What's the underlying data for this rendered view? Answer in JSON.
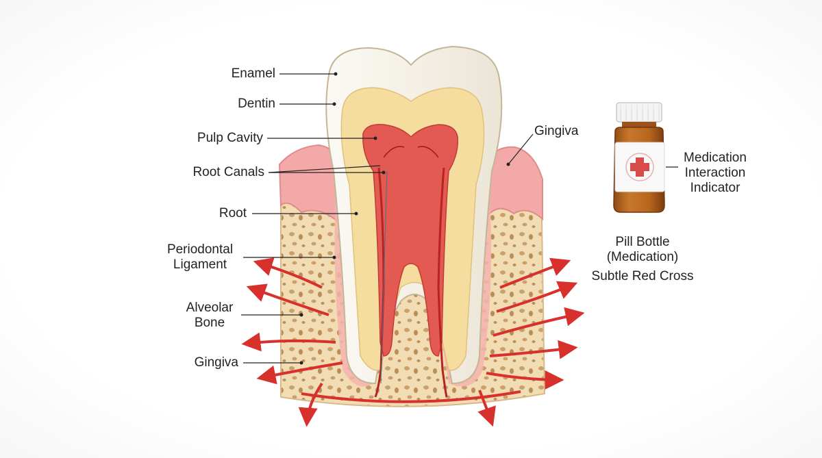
{
  "labels": {
    "enamel": "Enamel",
    "dentin": "Dentin",
    "pulp_cavity": "Pulp Cavity",
    "root_canals": "Root Canals",
    "root": "Root",
    "periodontal_ligament": [
      "Periodontal",
      "Ligament"
    ],
    "alveolar_bone": [
      "Alveolar",
      "Bone"
    ],
    "gingiva_left": "Gingiva",
    "gingiva_right": "Gingiva",
    "medication_indicator": [
      "Medication",
      "Interaction",
      "Indicator"
    ],
    "pill_bottle_caption": [
      "Pill Bottle",
      "(Medication)",
      "Subtle Red Cross"
    ]
  },
  "colors": {
    "enamel": "#f7f4ec",
    "dentin": "#f5dda0",
    "pulp": "#e35a52",
    "vessel": "#d8302c",
    "gingiva": "#f2a9a8",
    "bone": "#f2dcb4",
    "bottle": "#b8661e",
    "cross": "#d84b4b"
  },
  "icons": {
    "bottle": "pill-bottle-icon",
    "cross": "red-cross-icon"
  }
}
